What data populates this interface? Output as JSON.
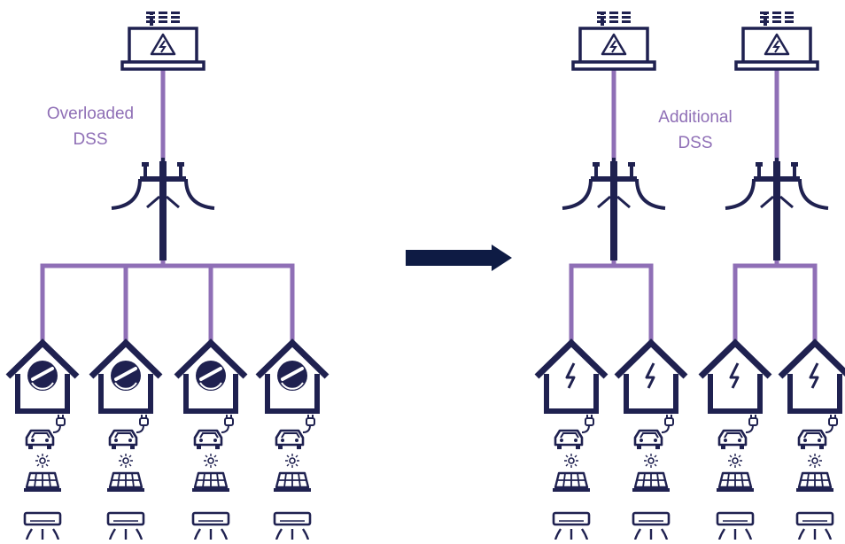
{
  "colors": {
    "ink": "#1f2150",
    "wire": "#8f6fb6",
    "arrow": "#0e1b44",
    "label": "#8f6fb6"
  },
  "before": {
    "substation_label": [
      "Overloaded",
      "DSS"
    ],
    "house_meter_type": "meter-gauge-icon",
    "houses": 4
  },
  "after": {
    "substation_label": [
      "Additional",
      "DSS"
    ],
    "house_meter_type": "lightning-icon",
    "houses": 4
  },
  "loads": [
    "electric-car-icon",
    "solar-panel-icon",
    "air-conditioner-icon"
  ]
}
